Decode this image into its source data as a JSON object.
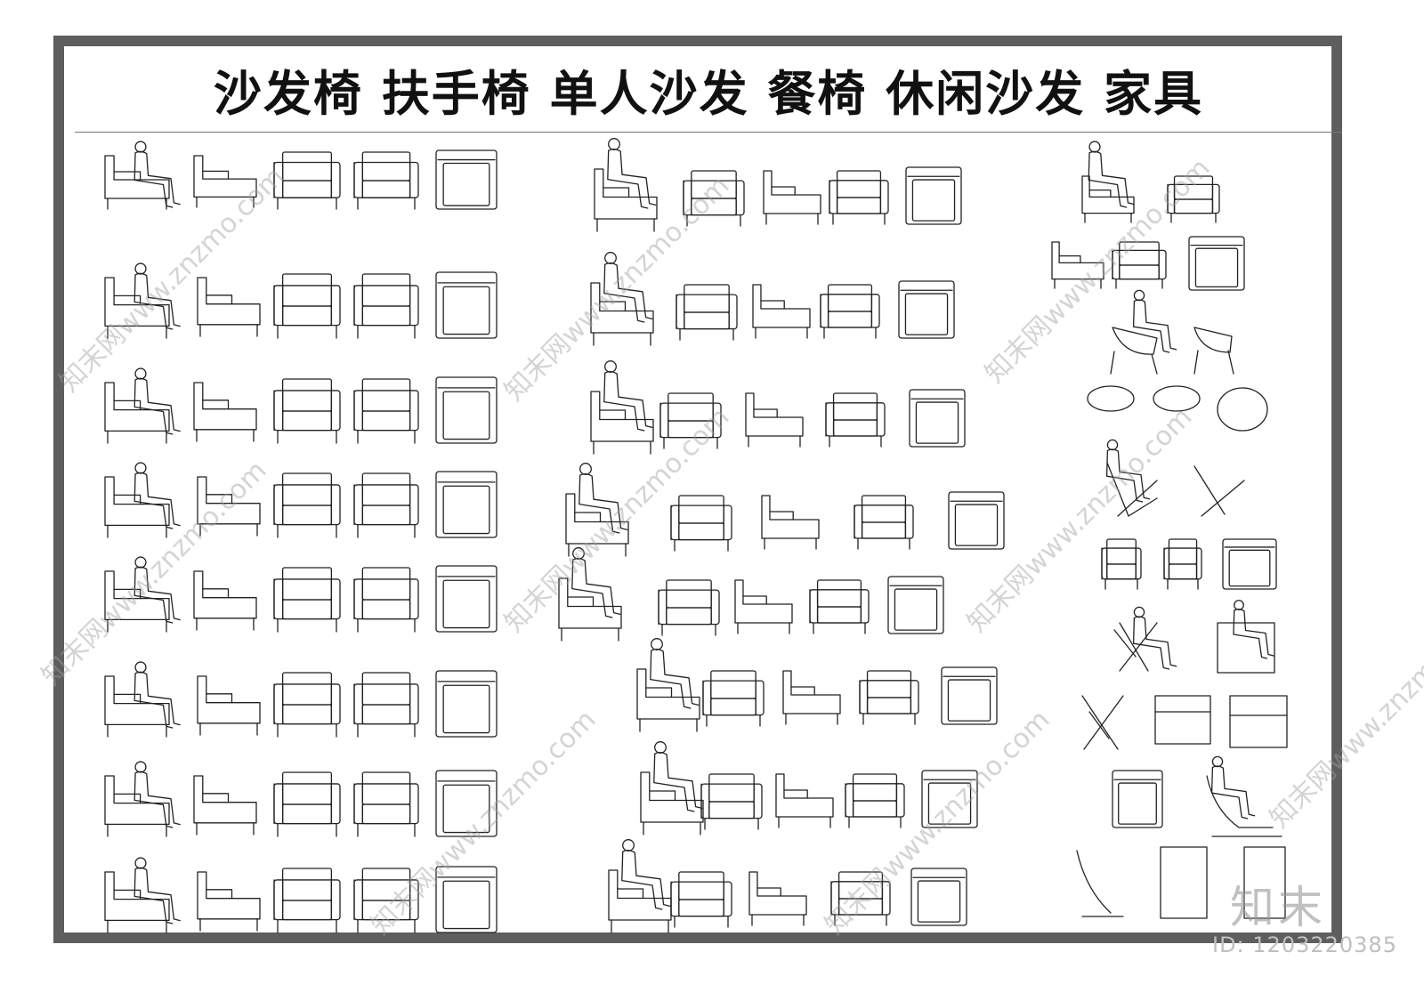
{
  "title": "沙发椅  扶手椅  单人沙发  餐椅  休闲沙发  家具",
  "watermark": "知末网www.znzmo.com",
  "logo": "知末",
  "image_id": "ID: 1203220385",
  "colors": {
    "frame": "#5e5e5e",
    "line": "#222222",
    "watermark": "#a0a0a0"
  }
}
